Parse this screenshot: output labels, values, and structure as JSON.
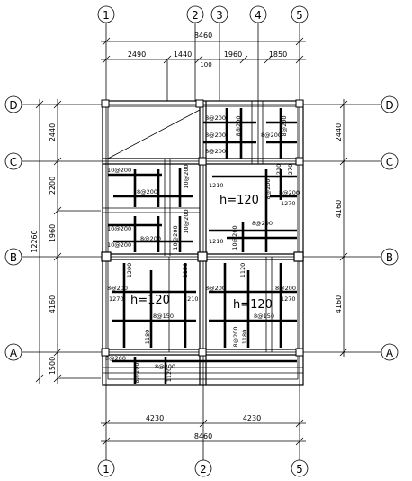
{
  "grid": {
    "top_axes": [
      "1",
      "2",
      "3",
      "4",
      "5"
    ],
    "bottom_axes": [
      "1",
      "2",
      "5"
    ],
    "side_axes": [
      "D",
      "C",
      "B",
      "A"
    ]
  },
  "dims": {
    "top_total": "8460",
    "top_segments": [
      "2490",
      "1440",
      "1960",
      "1850"
    ],
    "top_small": "100",
    "left_total": "12260",
    "left_segments": [
      "2440",
      "2200",
      "1960",
      "4160",
      "1500"
    ],
    "right_segments": [
      "2440",
      "4160",
      "4160"
    ],
    "bottom_segments": [
      "4230",
      "4230"
    ],
    "bottom_total": "8460"
  },
  "slab_labels": [
    "h=120",
    "h=120",
    "h=120"
  ],
  "rebar_labels": [
    "10@200",
    "10@200",
    "10@200",
    "10@200",
    "10@200",
    "10@200",
    "10@200",
    "8@200",
    "8@200",
    "8@200",
    "8@200",
    "8@200",
    "8@200",
    "8@200",
    "8@200",
    "8@200",
    "8@200",
    "8@200",
    "8@200",
    "8@200",
    "8@200",
    "8@200",
    "8@200",
    "8@150",
    "8@150",
    "8@200",
    "8@200"
  ],
  "lengths": [
    "1210",
    "1210",
    "1210",
    "1270",
    "1270",
    "1270",
    "1210",
    "1270",
    "1180",
    "1200",
    "1180",
    "1120",
    "1150",
    "1120"
  ]
}
